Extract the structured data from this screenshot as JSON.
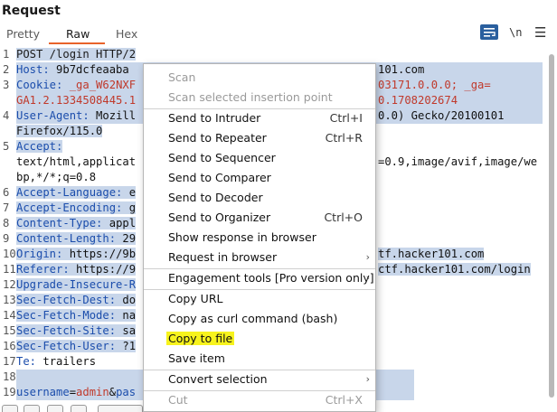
{
  "panel": {
    "title": "Request"
  },
  "tabs": [
    {
      "label": "Pretty",
      "active": false
    },
    {
      "label": "Raw",
      "active": true
    },
    {
      "label": "Hex",
      "active": false
    }
  ],
  "toolbar": {
    "newline_label": "\\n"
  },
  "colors": {
    "accent": "#e8632a",
    "selection": "#c8d6ea",
    "header_name": "#1b4dac",
    "value_red": "#c0392b",
    "highlight": "#f7f31d"
  },
  "lines": {
    "l1": {
      "num": "1",
      "text": "POST /login HTTP/2"
    },
    "l2": {
      "num": "2",
      "name": "Host:",
      "value": " 9b7dcfeaaba",
      "tail": "101.com"
    },
    "l3": {
      "num": "3",
      "name": "Cookie:",
      "value": " _ga_W62NXF",
      "tail": "03171.0.0.0; _ga="
    },
    "l3b": {
      "value": "GA1.2.1334508445.1",
      "tail": "0.1708202674"
    },
    "l4": {
      "num": "4",
      "name": "User-Agent:",
      "value": " Mozill",
      "tail": "0.0) Gecko/20100101"
    },
    "l4b": {
      "text": "Firefox/115.0"
    },
    "l5": {
      "num": "5",
      "name": "Accept:"
    },
    "l5b": {
      "value": "text/html,applicat",
      "tail": "=0.9,image/avif,image/we"
    },
    "l5c": {
      "value": "bp,*/*;q=0.8"
    },
    "l6": {
      "num": "6",
      "name": "Accept-Language:",
      "value": " e"
    },
    "l7": {
      "num": "7",
      "name": "Accept-Encoding:",
      "value": " g"
    },
    "l8": {
      "num": "8",
      "name": "Content-Type:",
      "value": " appl"
    },
    "l9": {
      "num": "9",
      "name": "Content-Length:",
      "value": " 29"
    },
    "l10": {
      "num": "10",
      "name": "Origin:",
      "value": " https://9b",
      "tail": "tf.hacker101.com"
    },
    "l11": {
      "num": "11",
      "name": "Referer:",
      "value": " https://9",
      "tail": "ctf.hacker101.com/login"
    },
    "l12": {
      "num": "12",
      "name": "Upgrade-Insecure-R"
    },
    "l13": {
      "num": "13",
      "name": "Sec-Fetch-Dest:",
      "value": " do"
    },
    "l14": {
      "num": "14",
      "name": "Sec-Fetch-Mode:",
      "value": " na"
    },
    "l15": {
      "num": "15",
      "name": "Sec-Fetch-Site:",
      "value": " sa"
    },
    "l16": {
      "num": "16",
      "name": "Sec-Fetch-User:",
      "value": " ?1"
    },
    "l17": {
      "num": "17",
      "name": "Te:",
      "value": " trailers"
    },
    "l18": {
      "num": "18"
    },
    "l19": {
      "num": "19",
      "key": "username",
      "eq": "=",
      "val": "admin",
      "amp": "&",
      "key2": "pas"
    }
  },
  "context_menu": {
    "scan": "Scan",
    "scan_insertion": "Scan selected insertion point",
    "send_intruder": "Send to Intruder",
    "send_intruder_sc": "Ctrl+I",
    "send_repeater": "Send to Repeater",
    "send_repeater_sc": "Ctrl+R",
    "send_sequencer": "Send to Sequencer",
    "send_comparer": "Send to Comparer",
    "send_decoder": "Send to Decoder",
    "send_organizer": "Send to Organizer",
    "send_organizer_sc": "Ctrl+O",
    "show_response": "Show response in browser",
    "request_in_browser": "Request in browser",
    "engagement_tools": "Engagement tools [Pro version only]",
    "copy_url": "Copy URL",
    "copy_curl": "Copy as curl command (bash)",
    "copy_to_file": "Copy to file",
    "save_item": "Save item",
    "convert_selection": "Convert selection",
    "cut": "Cut",
    "cut_sc": "Ctrl+X"
  }
}
